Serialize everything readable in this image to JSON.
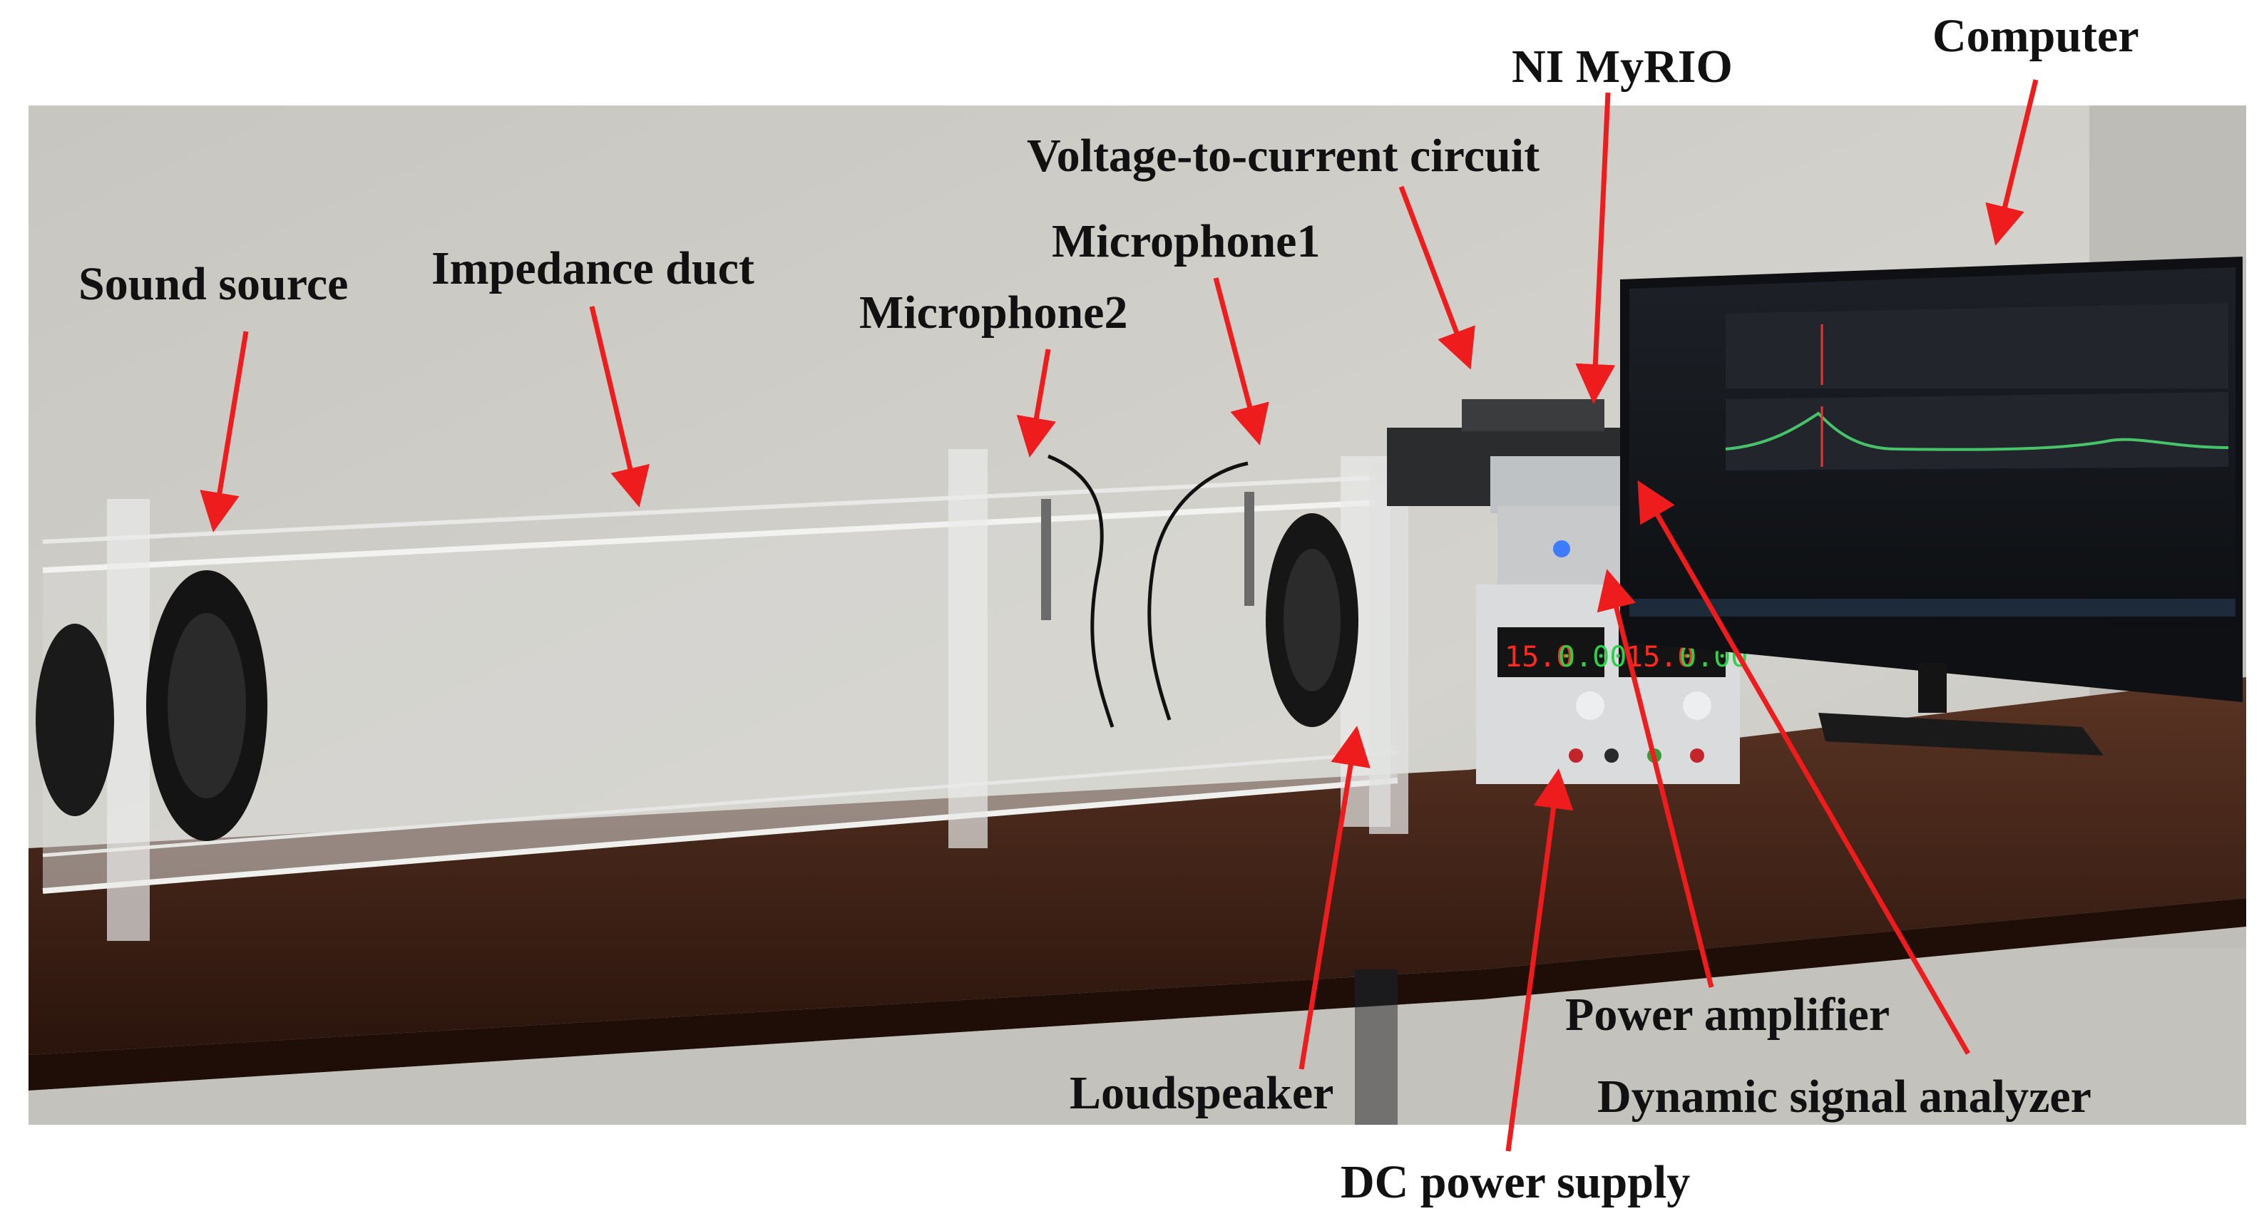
{
  "labels": {
    "computer": "Computer",
    "ni_myrio": "NI MyRIO",
    "voltage_to_current_circuit": "Voltage-to-current circuit",
    "microphone1": "Microphone1",
    "microphone2": "Microphone2",
    "sound_source": "Sound source",
    "impedance_duct": "Impedance duct",
    "power_amplifier": "Power amplifier",
    "loudspeaker": "Loudspeaker",
    "dynamic_signal_analyzer": "Dynamic signal analyzer",
    "dc_power_supply": "DC power supply"
  },
  "readouts": {
    "left_voltage": "15.0",
    "left_current": "0.00",
    "right_voltage": "15.0",
    "right_current": "0.00"
  },
  "colors": {
    "arrow": "#ee1c1c",
    "wall": "#cdccc6",
    "table": "#3e2217",
    "display": "#ff2a1f"
  }
}
